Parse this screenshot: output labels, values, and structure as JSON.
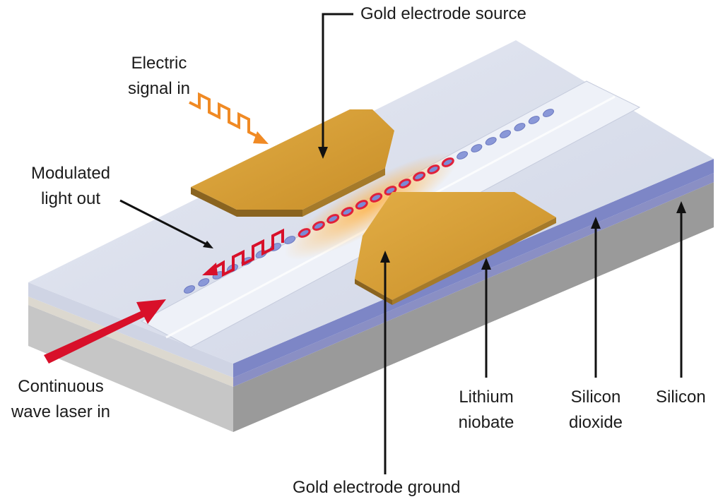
{
  "labels": {
    "gold_source": "Gold electrode source",
    "electric_signal": [
      "Electric",
      "signal in"
    ],
    "modulated_light": [
      "Modulated",
      "light out"
    ],
    "continuous_laser": [
      "Continuous",
      "wave laser in"
    ],
    "gold_ground": "Gold electrode ground",
    "lithium_niobate": [
      "Lithium",
      "niobate"
    ],
    "silicon_dioxide": [
      "Silicon",
      "dioxide"
    ],
    "silicon": "Silicon"
  },
  "colors": {
    "gold": "#d8a23a",
    "lithium_niobate_top": "#dde2ee",
    "silicon_dioxide": "#7f88c8",
    "silicon": "#b8b8b8",
    "signal_orange": "#f08a24",
    "laser_red": "#d8102a",
    "arrow": "#111111"
  }
}
